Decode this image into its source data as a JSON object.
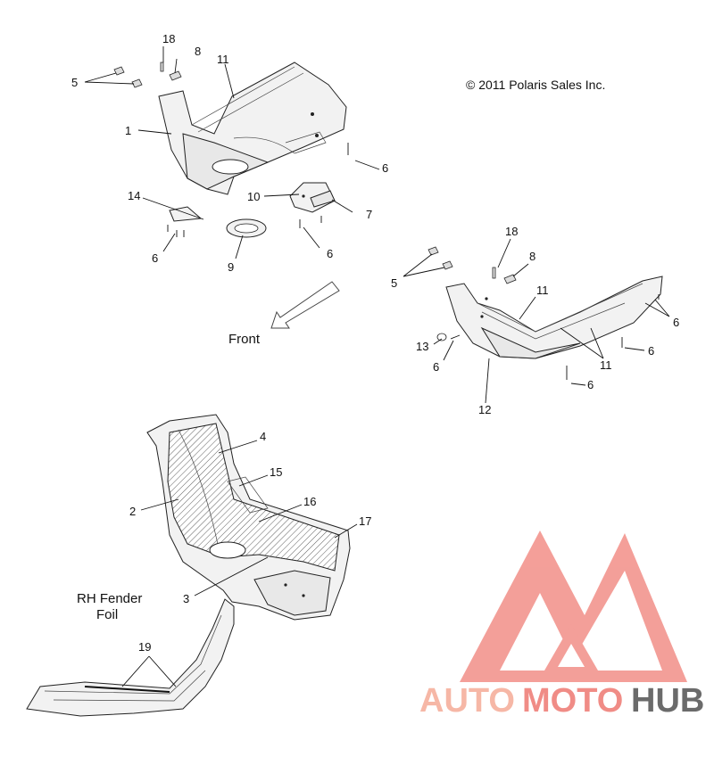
{
  "copyright": "© 2011 Polaris Sales Inc.",
  "front_label": "Front",
  "foil_label_line1": "RH Fender",
  "foil_label_line2": "Foil",
  "callouts": {
    "c18a": "18",
    "c8a": "8",
    "c5a": "5",
    "c11a": "11",
    "c1": "1",
    "c6a": "6",
    "c10": "10",
    "c7": "7",
    "c14": "14",
    "c6b": "6",
    "c9": "9",
    "c6c": "6",
    "c18b": "18",
    "c8b": "8",
    "c5b": "5",
    "c11b": "11",
    "c6d": "6",
    "c13": "13",
    "c6e": "6",
    "c6f": "6",
    "c11c": "11",
    "c6g": "6",
    "c12": "12",
    "c4": "4",
    "c15": "15",
    "c2": "2",
    "c16": "16",
    "c17": "17",
    "c3": "3",
    "c19": "19"
  },
  "watermark": {
    "part1": "AUTO",
    "part2": "MOTO",
    "part3": "HUB",
    "colors": {
      "logo": "#f39a94",
      "auto": "#f6b7a6",
      "moto": "#f08c86",
      "hub": "#6b6b6b"
    }
  }
}
